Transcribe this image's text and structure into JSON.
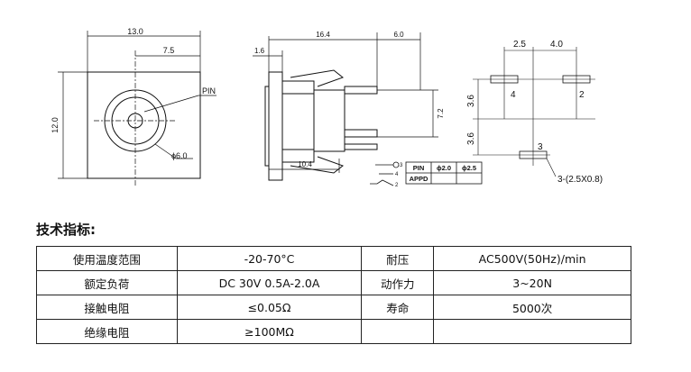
{
  "drawing": {
    "front_view": {
      "width_dim": "13.0",
      "half_dim": "7.5",
      "height_dim": "12.0",
      "pin_label": "PIN",
      "diameter_label": "ϕ6.0"
    },
    "side_view": {
      "flange_dim": "1.6",
      "body_dim": "16.4",
      "pin_length_dim": "6.0",
      "pin_span_dim": "7.2",
      "bottom_dim": "10.4"
    },
    "pin_table": {
      "headers": [
        "PIN",
        "ϕ2.0",
        "ϕ2.5"
      ],
      "row_label": "APPD",
      "pin_numbers": [
        "3",
        "4",
        "2"
      ]
    },
    "footprint": {
      "dim_left": "2.5",
      "dim_right": "4.0",
      "dim_upper": "3.6",
      "dim_lower": "3.6",
      "pad_left": "4",
      "pad_right": "2",
      "pad_bottom": "3",
      "pad_size_note": "3-(2.5X0.8)"
    }
  },
  "specs": {
    "title": "技术指标:",
    "rows": [
      [
        "使用温度范围",
        "-20-70°C",
        "耐压",
        "AC500V(50Hz)/min"
      ],
      [
        "额定负荷",
        "DC 30V 0.5A-2.0A",
        "动作力",
        "3~20N"
      ],
      [
        "接触电阻",
        "≤0.05Ω",
        "寿命",
        "5000次"
      ],
      [
        "绝缘电阻",
        "≥100MΩ",
        "",
        ""
      ]
    ]
  }
}
